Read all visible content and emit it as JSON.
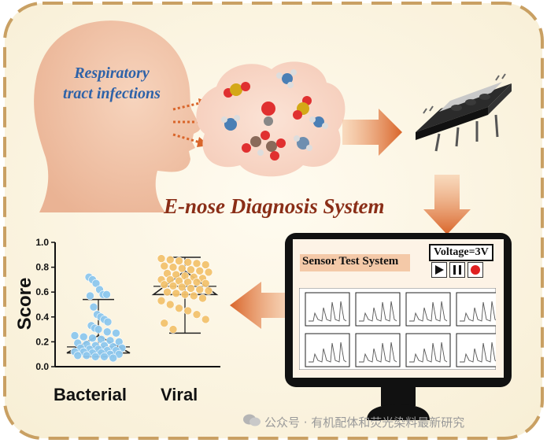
{
  "title": "E-nose Diagnosis System",
  "face_label_line1": "Respiratory",
  "face_label_line2": "tract infections",
  "chart_data": {
    "type": "violin-scatter",
    "ylabel": "Score",
    "ylim": [
      0.0,
      1.0
    ],
    "yticks": [
      "0.0",
      "0.2",
      "0.4",
      "0.6",
      "0.8",
      "1.0"
    ],
    "categories": [
      "Bacterial",
      "Viral"
    ],
    "series": [
      {
        "values": [
          0.72,
          0.7,
          0.67,
          0.62,
          0.58,
          0.58,
          0.57,
          0.48,
          0.42,
          0.4,
          0.38,
          0.36,
          0.33,
          0.31,
          0.3,
          0.28,
          0.27,
          0.25,
          0.24,
          0.23,
          0.22,
          0.21,
          0.2,
          0.19,
          0.18,
          0.17,
          0.17,
          0.16,
          0.15,
          0.15,
          0.14,
          0.14,
          0.13,
          0.13,
          0.12,
          0.12,
          0.11,
          0.11,
          0.1,
          0.1,
          0.09,
          0.09,
          0.08,
          0.08,
          0.07
        ],
        "whisker": [
          0.08,
          0.54
        ],
        "box": [
          0.11,
          0.25
        ],
        "color": "#8ec8ee"
      },
      {
        "values": [
          0.87,
          0.86,
          0.85,
          0.84,
          0.83,
          0.82,
          0.81,
          0.8,
          0.79,
          0.78,
          0.77,
          0.76,
          0.75,
          0.74,
          0.73,
          0.72,
          0.71,
          0.7,
          0.7,
          0.69,
          0.68,
          0.68,
          0.67,
          0.66,
          0.65,
          0.64,
          0.63,
          0.62,
          0.61,
          0.6,
          0.59,
          0.58,
          0.57,
          0.55,
          0.53,
          0.5,
          0.47,
          0.45,
          0.42,
          0.38,
          0.35,
          0.3
        ],
        "whisker": [
          0.27,
          0.88
        ],
        "box": [
          0.58,
          0.77
        ],
        "color": "#f3c36e"
      }
    ]
  },
  "monitor": {
    "panel_title": "Sensor Test System",
    "voltage": "Voltage=3V",
    "controls": [
      "play-icon",
      "pause-icon",
      "record-icon"
    ],
    "graphs": 8
  },
  "watermark": "公众号 · 有机配体和荧光染料最新研究",
  "colors": {
    "border": "#d2a86a",
    "title": "#8a2e17",
    "arrow": "#e07a3a",
    "face": "#f3c7aa",
    "bacterial": "#8ec8ee",
    "viral": "#f3c36e"
  }
}
